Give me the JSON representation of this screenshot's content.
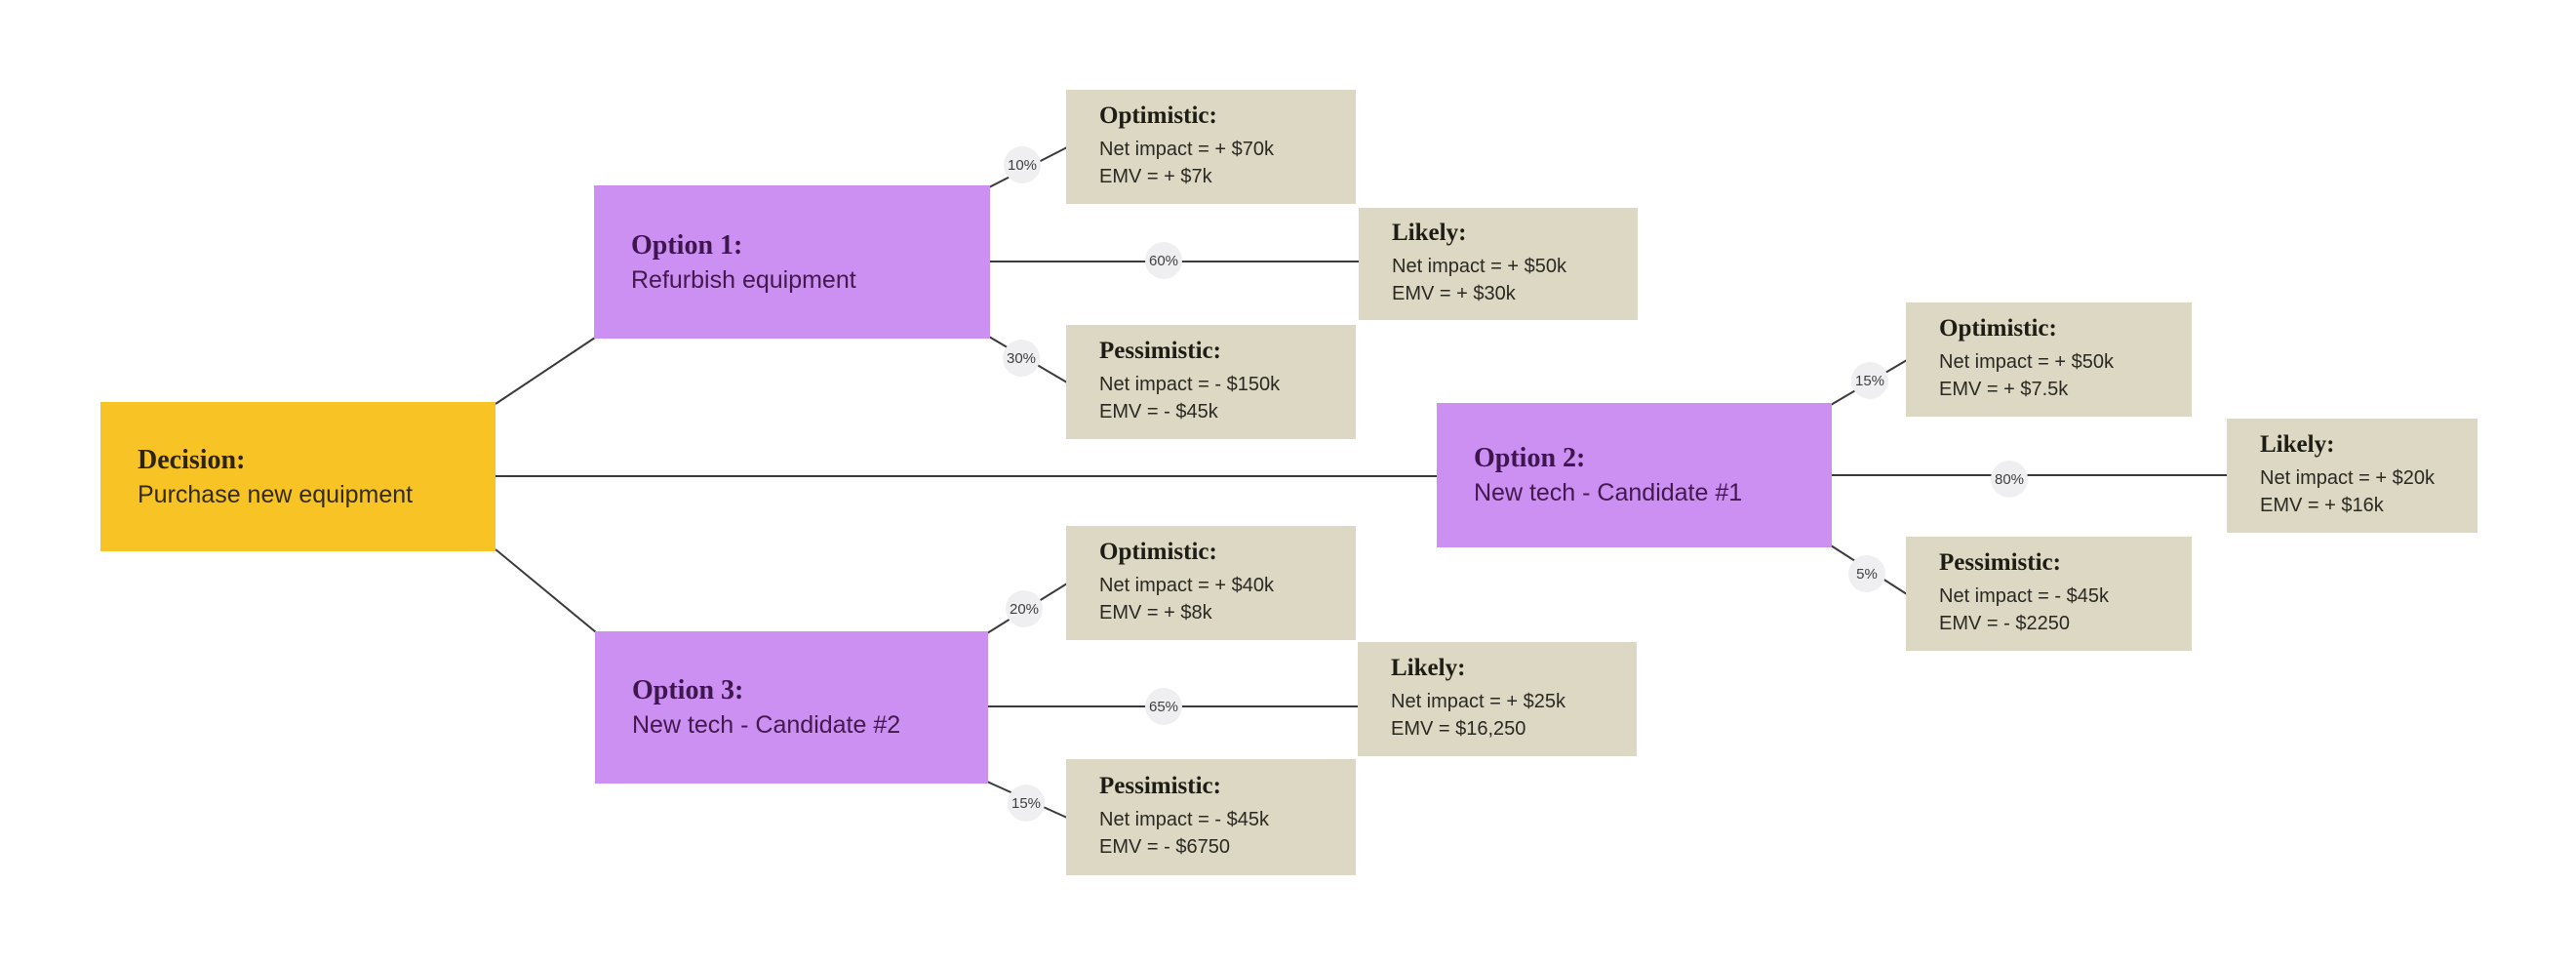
{
  "diagram": {
    "type": "decision-tree",
    "colors": {
      "background": "#ffffff",
      "decision_fill": "#f7c325",
      "option_fill": "#cc8ff2",
      "outcome_fill": "#dcd8c3",
      "probability_badge_fill": "#efeff1",
      "connector_line": "#3a3a3a",
      "option_text": "#43194f",
      "outcome_text": "#2a2922"
    },
    "decision": {
      "title": "Decision:",
      "subtitle": "Purchase new equipment"
    },
    "options": [
      {
        "title": "Option 1:",
        "subtitle": "Refurbish equipment",
        "outcomes": [
          {
            "label": "Optimistic:",
            "probability": "10%",
            "net_impact": "Net impact = + $70k",
            "emv": "EMV = + $7k"
          },
          {
            "label": "Likely:",
            "probability": "60%",
            "net_impact": "Net impact = + $50k",
            "emv": "EMV = + $30k"
          },
          {
            "label": "Pessimistic:",
            "probability": "30%",
            "net_impact": "Net impact = - $150k",
            "emv": "EMV = - $45k"
          }
        ]
      },
      {
        "title": "Option 2:",
        "subtitle": "New tech - Candidate #1",
        "outcomes": [
          {
            "label": "Optimistic:",
            "probability": "15%",
            "net_impact": "Net impact = + $50k",
            "emv": "EMV = + $7.5k"
          },
          {
            "label": "Likely:",
            "probability": "80%",
            "net_impact": "Net impact = + $20k",
            "emv": "EMV = + $16k"
          },
          {
            "label": "Pessimistic:",
            "probability": "5%",
            "net_impact": "Net impact = - $45k",
            "emv": "EMV = - $2250"
          }
        ]
      },
      {
        "title": "Option 3:",
        "subtitle": "New tech - Candidate #2",
        "outcomes": [
          {
            "label": "Optimistic:",
            "probability": "20%",
            "net_impact": "Net impact = + $40k",
            "emv": "EMV = + $8k"
          },
          {
            "label": "Likely:",
            "probability": "65%",
            "net_impact": "Net impact = + $25k",
            "emv": "EMV = $16,250"
          },
          {
            "label": "Pessimistic:",
            "probability": "15%",
            "net_impact": "Net impact = - $45k",
            "emv": "EMV = - $6750"
          }
        ]
      }
    ]
  }
}
